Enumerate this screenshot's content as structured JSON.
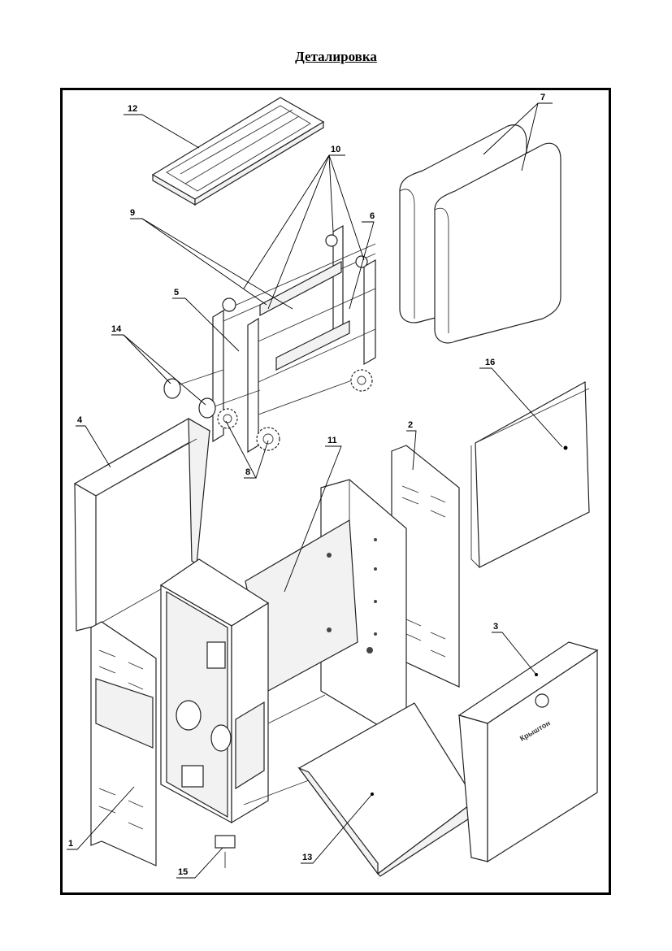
{
  "title": "Деталировка",
  "brand_logo": "Крыштон",
  "callouts": [
    {
      "id": "1",
      "label": "1"
    },
    {
      "id": "2",
      "label": "2"
    },
    {
      "id": "3",
      "label": "3"
    },
    {
      "id": "4",
      "label": "4"
    },
    {
      "id": "5",
      "label": "5"
    },
    {
      "id": "6",
      "label": "6"
    },
    {
      "id": "7",
      "label": "7"
    },
    {
      "id": "8",
      "label": "8"
    },
    {
      "id": "9",
      "label": "9"
    },
    {
      "id": "10",
      "label": "10"
    },
    {
      "id": "11",
      "label": "11"
    },
    {
      "id": "12",
      "label": "12"
    },
    {
      "id": "13",
      "label": "13"
    },
    {
      "id": "14",
      "label": "14"
    },
    {
      "id": "15",
      "label": "15"
    },
    {
      "id": "16",
      "label": "16"
    }
  ]
}
